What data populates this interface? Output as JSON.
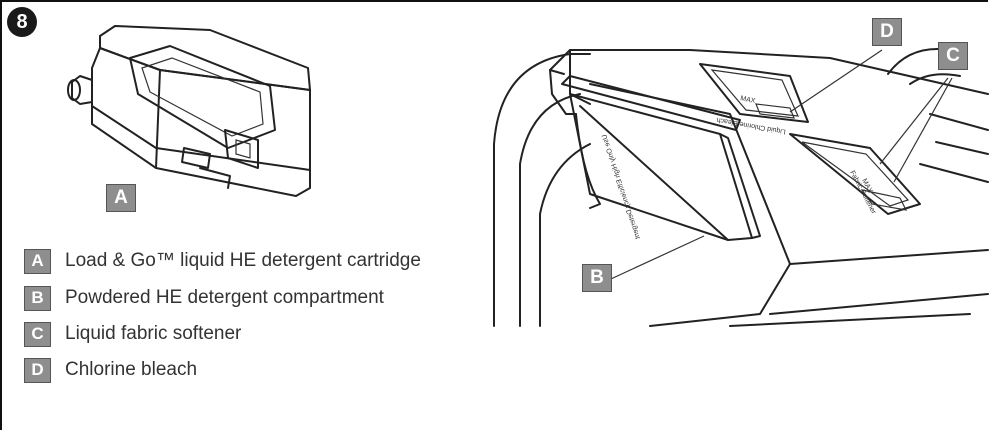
{
  "step_number": "8",
  "callouts": {
    "cartridge": "A",
    "drawer_b": "B",
    "drawer_c": "C",
    "drawer_d": "D"
  },
  "legend": [
    {
      "key": "A",
      "text": "Load & Go™ liquid HE detergent cartridge"
    },
    {
      "key": "B",
      "text": "Powdered HE detergent compartment"
    },
    {
      "key": "C",
      "text": "Liquid fabric softener"
    },
    {
      "key": "D",
      "text": "Chlorine bleach"
    }
  ],
  "drawer_markings": {
    "he_strip": "Use Only High Efficiency Detergent",
    "max_bleach": "MAX",
    "bleach_label": "Liquid Chlorine Bleach",
    "softener_label": "Fabric Softener",
    "max_softener": "MAX"
  }
}
